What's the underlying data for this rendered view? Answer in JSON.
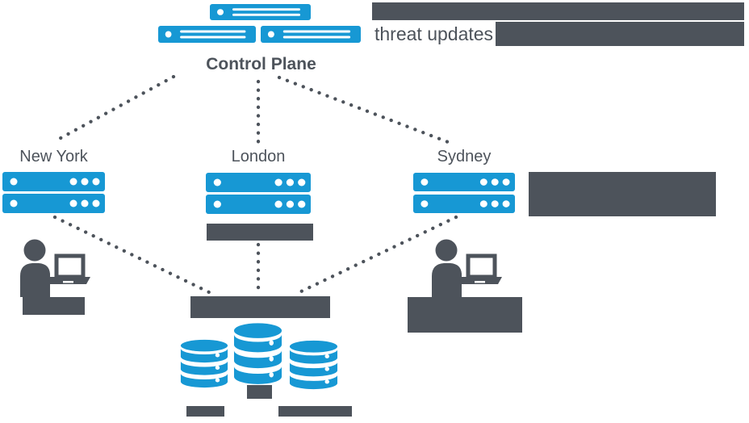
{
  "colors": {
    "accent_blue": "#1798d4",
    "dark_gray": "#4d535b"
  },
  "header": {
    "control_plane_label": "Control Plane",
    "threat_updates_label": "threat updates"
  },
  "sites": [
    {
      "name": "New York"
    },
    {
      "name": "London"
    },
    {
      "name": "Sydney"
    }
  ]
}
